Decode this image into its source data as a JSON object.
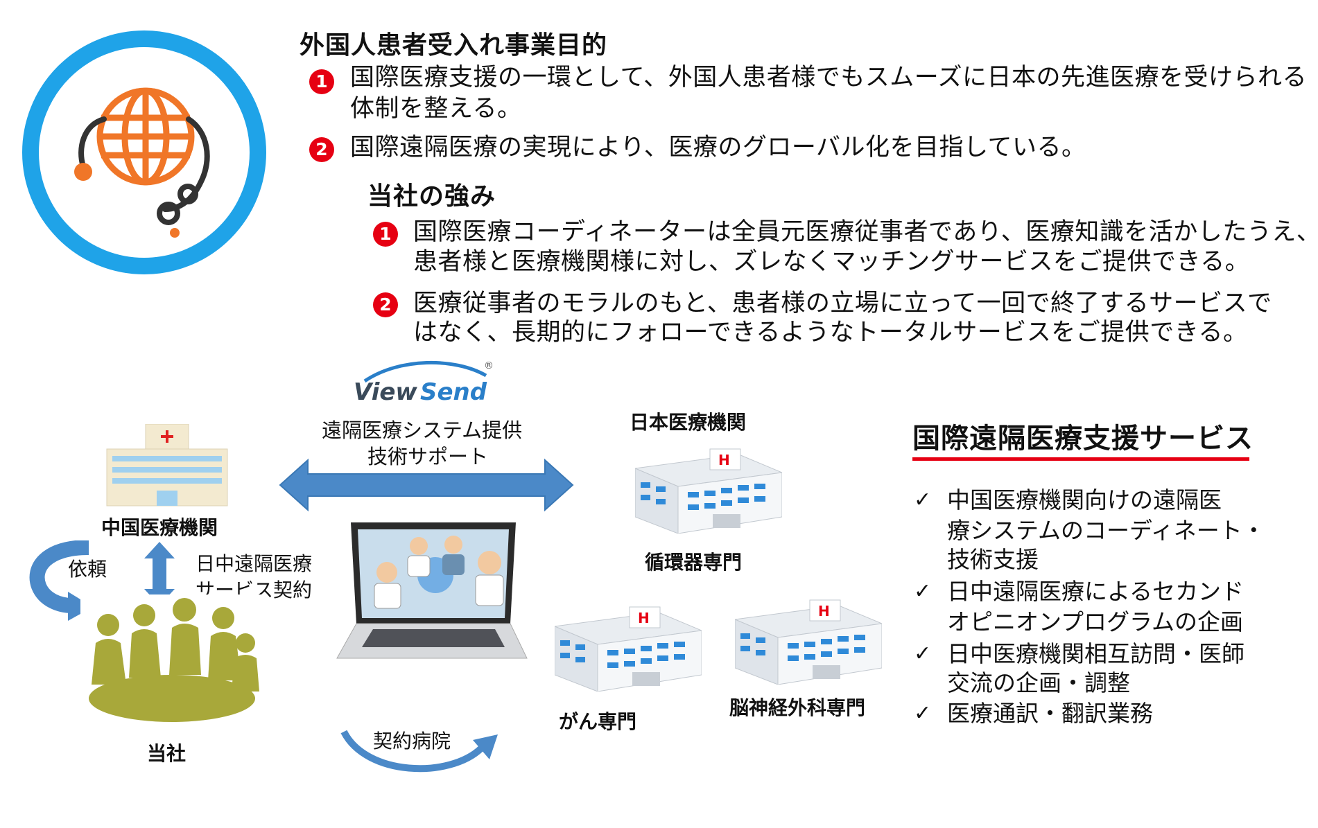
{
  "purpose": {
    "heading": "外国人患者受入れ事業目的",
    "items": [
      {
        "num": "1",
        "lines": [
          "国際医療支援の一環として、外国人患者様でもスムーズに日本の先進医療を受けられる",
          "体制を整える。"
        ]
      },
      {
        "num": "2",
        "lines": [
          "国際遠隔医療の実現により、医療のグローバル化を目指している。"
        ]
      }
    ]
  },
  "strengths": {
    "heading": "当社の強み",
    "items": [
      {
        "num": "1",
        "lines": [
          "国際医療コーディネーターは全員元医療従事者であり、医療知識を活かしたうえ、",
          "患者様と医療機関様に対し、ズレなくマッチングサービスをご提供できる。"
        ]
      },
      {
        "num": "2",
        "lines": [
          "医療従事者のモラルのもと、患者様の立場に立って一回で終了するサービスで",
          "はなく、長期的にフォローできるようなトータルサービスをご提供できる。"
        ]
      }
    ]
  },
  "logo": {
    "view": "View",
    "send": "Send",
    "reg": "®"
  },
  "diagram": {
    "arrow_label": [
      "遠隔医療システム提供",
      "技術サポート"
    ],
    "china_hospital": "中国医療機関",
    "request": "依頼",
    "contract": [
      "日中遠隔医療",
      "サービス契約"
    ],
    "company": "当社",
    "contract_hospital": "契約病院",
    "japan_hospital": "日本医療機関",
    "cardio": "循環器専門",
    "cancer": "がん専門",
    "neuro": "脳神経外科専門",
    "h_mark": "H"
  },
  "service": {
    "title": "国際遠隔医療支援サービス",
    "check": "✓",
    "items": [
      {
        "lines": [
          "中国医療機関向けの遠隔医",
          "療システムのコーディネート・",
          "技術支援"
        ]
      },
      {
        "lines": [
          "日中遠隔医療によるセカンド",
          "オピニオンプログラムの企画"
        ]
      },
      {
        "lines": [
          "日中医療機関相互訪問・医師",
          "交流の企画・調整"
        ]
      },
      {
        "lines": [
          "医療通訳・翻訳業務"
        ]
      }
    ]
  },
  "colors": {
    "ring": "#1fa3e8",
    "globe": "#f07628",
    "arrow": "#4b89c8",
    "badge": "#e60012",
    "people": "#a8a83a"
  }
}
